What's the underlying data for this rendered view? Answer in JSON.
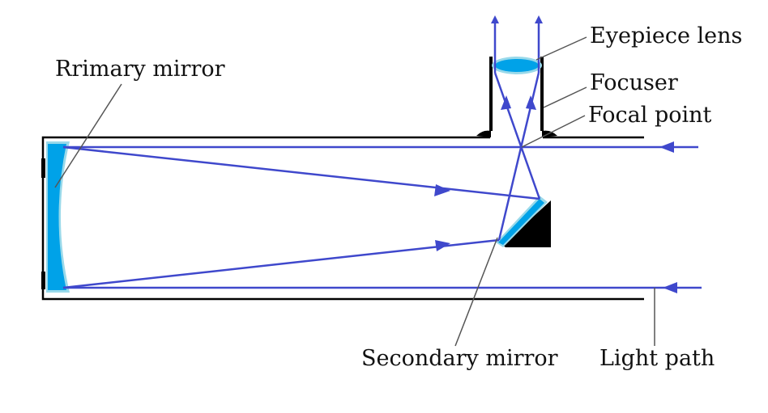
{
  "labels": {
    "primary_mirror": "Rrimary mirror",
    "eyepiece_lens": "Eyepiece lens",
    "focuser": "Focuser",
    "focal_point": "Focal point",
    "secondary_mirror": "Secondary mirror",
    "light_path": "Light path"
  },
  "colors": {
    "light_path": "#3f48cc",
    "mirror": "#00a2e8",
    "mirror_glow": "#99d9ea",
    "tube": "#000000",
    "leader": "#555555"
  },
  "icons": {
    "ray_direction": "arrowhead-icon"
  }
}
